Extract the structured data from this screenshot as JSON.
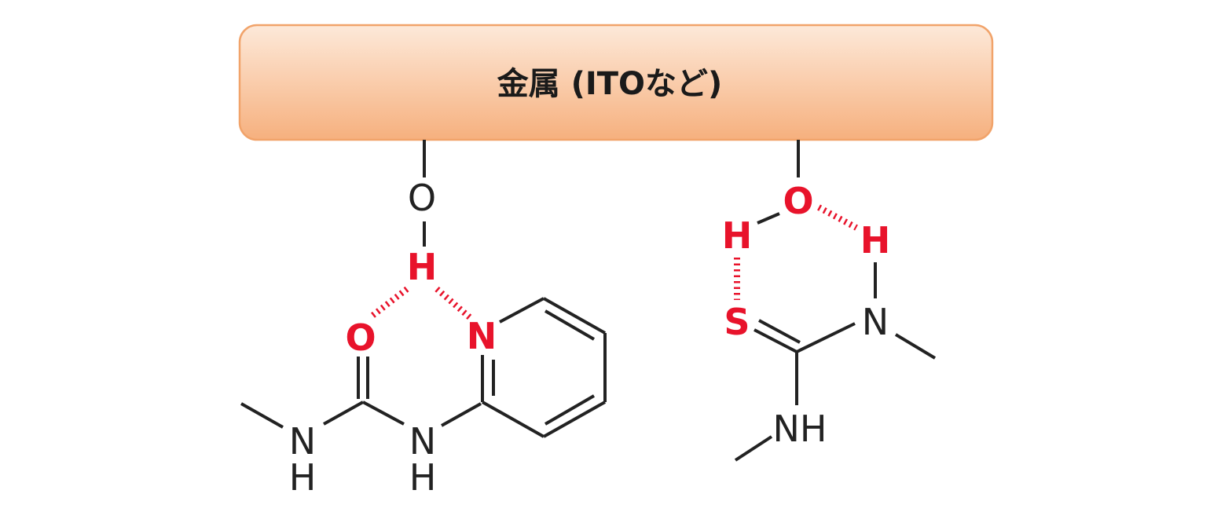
{
  "metal": {
    "label": "金属 (ITOなど)",
    "fill_top": "#fde9d9",
    "fill_bottom": "#f6b07e",
    "border": "#f1a36a"
  },
  "colors": {
    "bond": "#222222",
    "highlight": "#e8132b"
  },
  "left_molecule": {
    "surface_oxygen": "O",
    "hydrogen": "H",
    "carbonyl_oxygen": "O",
    "pyridine_nitrogen": "N",
    "nh_left_n": "N",
    "nh_left_h": "H",
    "nh_right_n": "N",
    "nh_right_h": "H"
  },
  "right_molecule": {
    "surface_oxygen": "O",
    "hydrogen_left": "H",
    "hydrogen_right": "H",
    "sulfur": "S",
    "nitrogen": "N",
    "nh_label": "NH"
  }
}
